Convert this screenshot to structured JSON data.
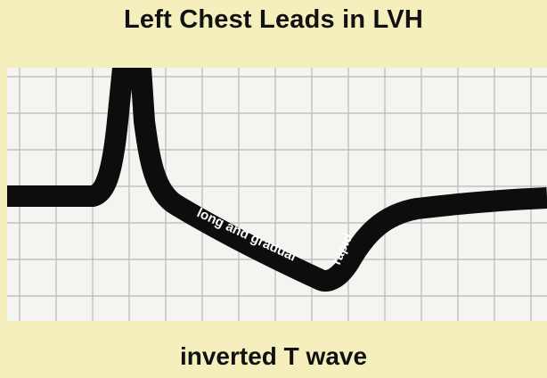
{
  "title": "Left Chest Leads in LVH",
  "caption": "inverted T wave",
  "annotations": {
    "slope_down": "long and gradual",
    "slope_up": "rapid"
  },
  "colors": {
    "background": "#f5efbe",
    "grid_panel": "#f4f4f0",
    "grid_line": "#b8b8b8",
    "trace": "#0d0d0d",
    "annotation_text": "#ffffff"
  }
}
